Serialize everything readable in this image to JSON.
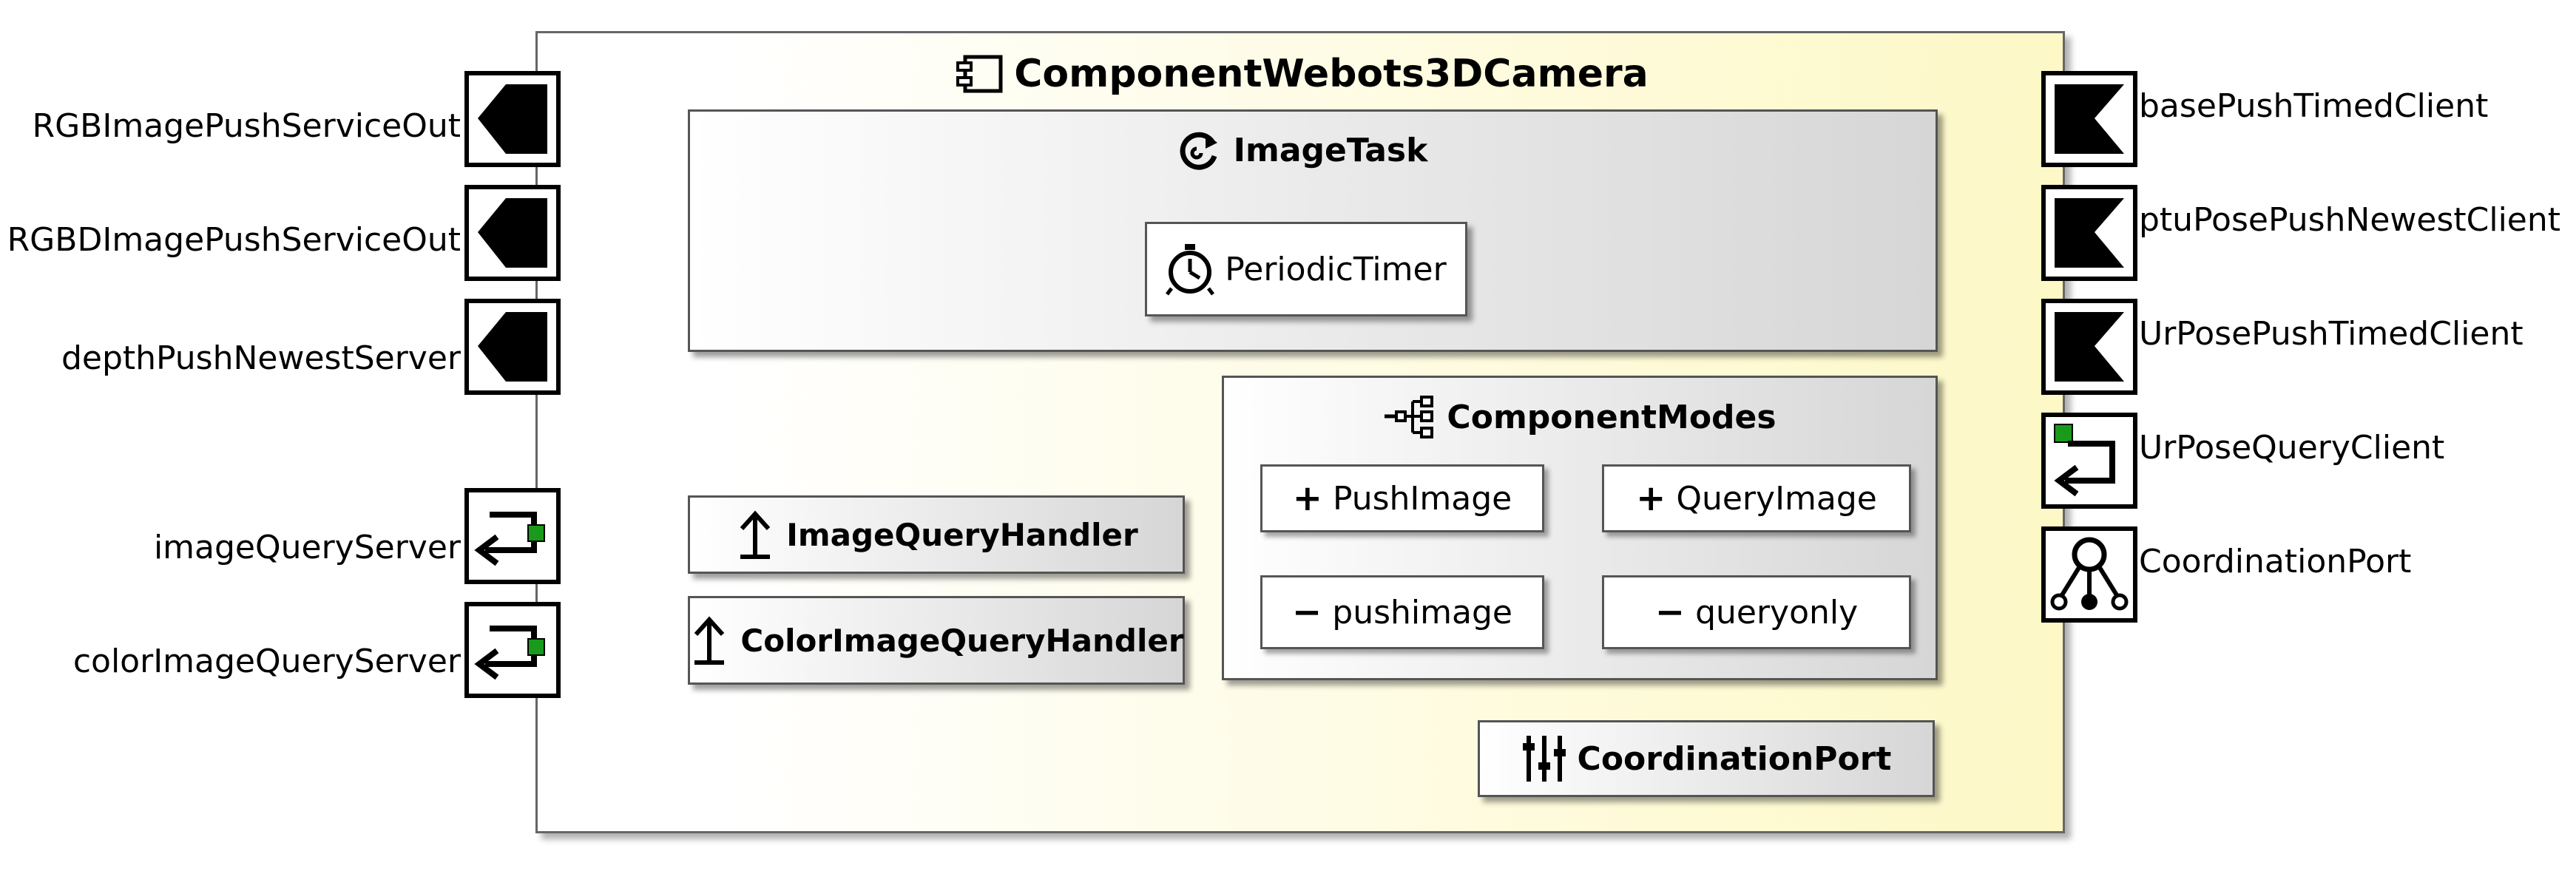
{
  "component": {
    "title": "ComponentWebots3DCamera",
    "icon": "component-icon"
  },
  "left_ports": [
    {
      "label": "RGBImagePushServiceOut",
      "kind": "push-output-port"
    },
    {
      "label": "RGBDImagePushServiceOut",
      "kind": "push-output-port"
    },
    {
      "label": "depthPushNewestServer",
      "kind": "push-output-port"
    },
    {
      "label": "imageQueryServer",
      "kind": "query-server-port"
    },
    {
      "label": "colorImageQueryServer",
      "kind": "query-server-port"
    }
  ],
  "right_ports": [
    {
      "label": "basePushTimedClient",
      "kind": "push-input-port"
    },
    {
      "label": "ptuPosePushNewestClient",
      "kind": "push-input-port"
    },
    {
      "label": "UrPosePushTimedClient",
      "kind": "push-input-port"
    },
    {
      "label": "UrPoseQueryClient",
      "kind": "query-client-port"
    },
    {
      "label": "CoordinationPort",
      "kind": "coordination-port"
    }
  ],
  "image_task": {
    "title": "ImageTask",
    "icon": "task-loop-icon",
    "timer": {
      "label": "PeriodicTimer",
      "icon": "timer-icon"
    }
  },
  "handlers": [
    {
      "label": "ImageQueryHandler",
      "icon": "upload-arrow-icon"
    },
    {
      "label": "ColorImageQueryHandler",
      "icon": "upload-arrow-icon"
    }
  ],
  "component_modes": {
    "title": "ComponentModes",
    "icon": "tree-icon",
    "modes": [
      {
        "label": "PushImage",
        "sign": "+",
        "child": "pushimage",
        "child_sign": "−"
      },
      {
        "label": "QueryImage",
        "sign": "+",
        "child": "queryonly",
        "child_sign": "−"
      }
    ]
  },
  "coordination_box": {
    "label": "CoordinationPort",
    "icon": "sliders-icon"
  },
  "colors": {
    "component_fill_left": "#ffffff",
    "component_fill_right": "#fdf8c8",
    "arrow": "#808080",
    "port_fill": "#000000",
    "query_square": "#1a9a1a"
  }
}
